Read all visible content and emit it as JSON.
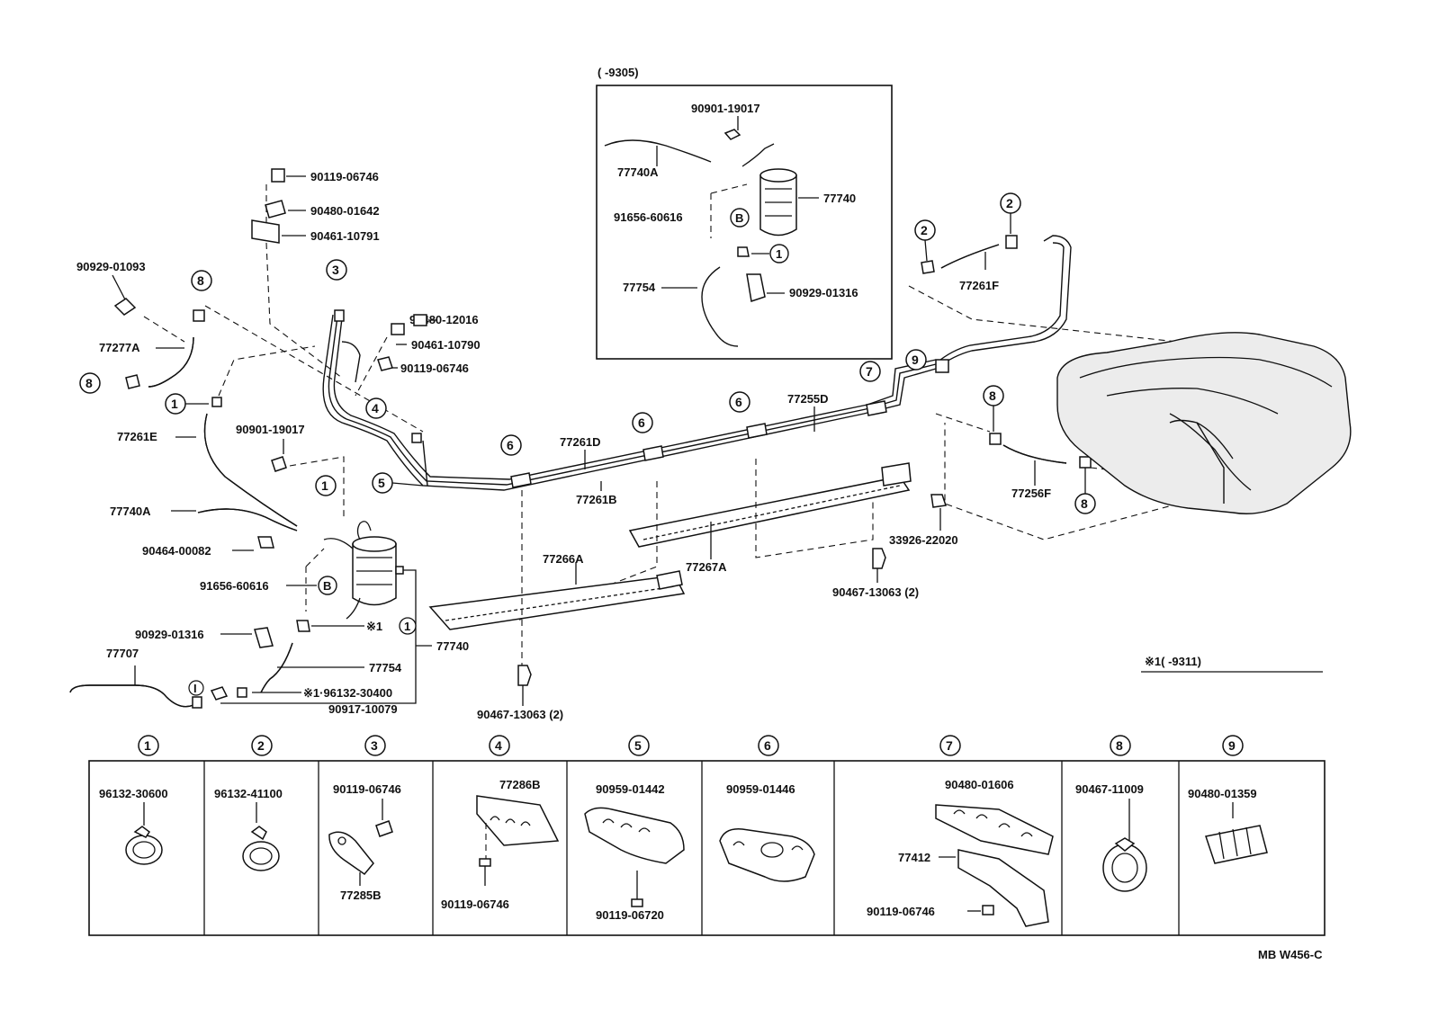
{
  "header": {
    "inset_range": "(    -9305)",
    "note_range": "※1(    -9311)",
    "diagram_code": "MB W456-C"
  },
  "inset_labels": {
    "bolt": "90901-19017",
    "hose": "77740A",
    "canister": "77740",
    "bracket": "91656-60616",
    "hose2": "77754",
    "clamp": "90929-01316",
    "marker_b": "B",
    "marker_1": "1"
  },
  "main_labels": {
    "bolt_top": "90119-06746",
    "clip_top": "90480-01642",
    "bracket_top": "90461-10791",
    "clamp_left": "90929-01093",
    "hose_left": "77277A",
    "hose_e": "77261E",
    "bolt_mid": "90901-19017",
    "hose_a": "77740A",
    "clip_mid": "90464-00082",
    "bracket_mid": "91656-60616",
    "clamp_mid": "90929-01316",
    "hose_707": "77707",
    "grommet_1": "90480-12016",
    "bracket_1": "90461-10790",
    "bolt_2": "90119-06746",
    "pipe_d": "77261D",
    "pipe_b": "77261B",
    "pipe_255d": "77255D",
    "hose_f": "77261F",
    "hose_256f": "77256F",
    "prot_a": "77266A",
    "prot_267a": "77267A",
    "plug": "33926-22020",
    "clip_right": "90467-13063 (2)",
    "clip_center": "90467-13063 (2)",
    "canister": "77740",
    "hose_754": "77754",
    "note_ref": "※1",
    "hose_clamp": "※1·96132-30400",
    "valve": "90917-10079"
  },
  "callouts": [
    "1",
    "2",
    "3",
    "4",
    "5",
    "6",
    "7",
    "8",
    "9"
  ],
  "legend": [
    {
      "num": "1",
      "parts": [
        "96132-30600"
      ]
    },
    {
      "num": "2",
      "parts": [
        "96132-41100"
      ]
    },
    {
      "num": "3",
      "parts": [
        "90119-06746",
        "77285B"
      ]
    },
    {
      "num": "4",
      "parts": [
        "77286B",
        "90119-06746"
      ]
    },
    {
      "num": "5",
      "parts": [
        "90959-01442",
        "90119-06720"
      ]
    },
    {
      "num": "6",
      "parts": [
        "90959-01446"
      ]
    },
    {
      "num": "7",
      "parts": [
        "90480-01606",
        "77412",
        "90119-06746"
      ]
    },
    {
      "num": "8",
      "parts": [
        "90467-11009"
      ]
    },
    {
      "num": "9",
      "parts": [
        "90480-01359"
      ]
    }
  ]
}
